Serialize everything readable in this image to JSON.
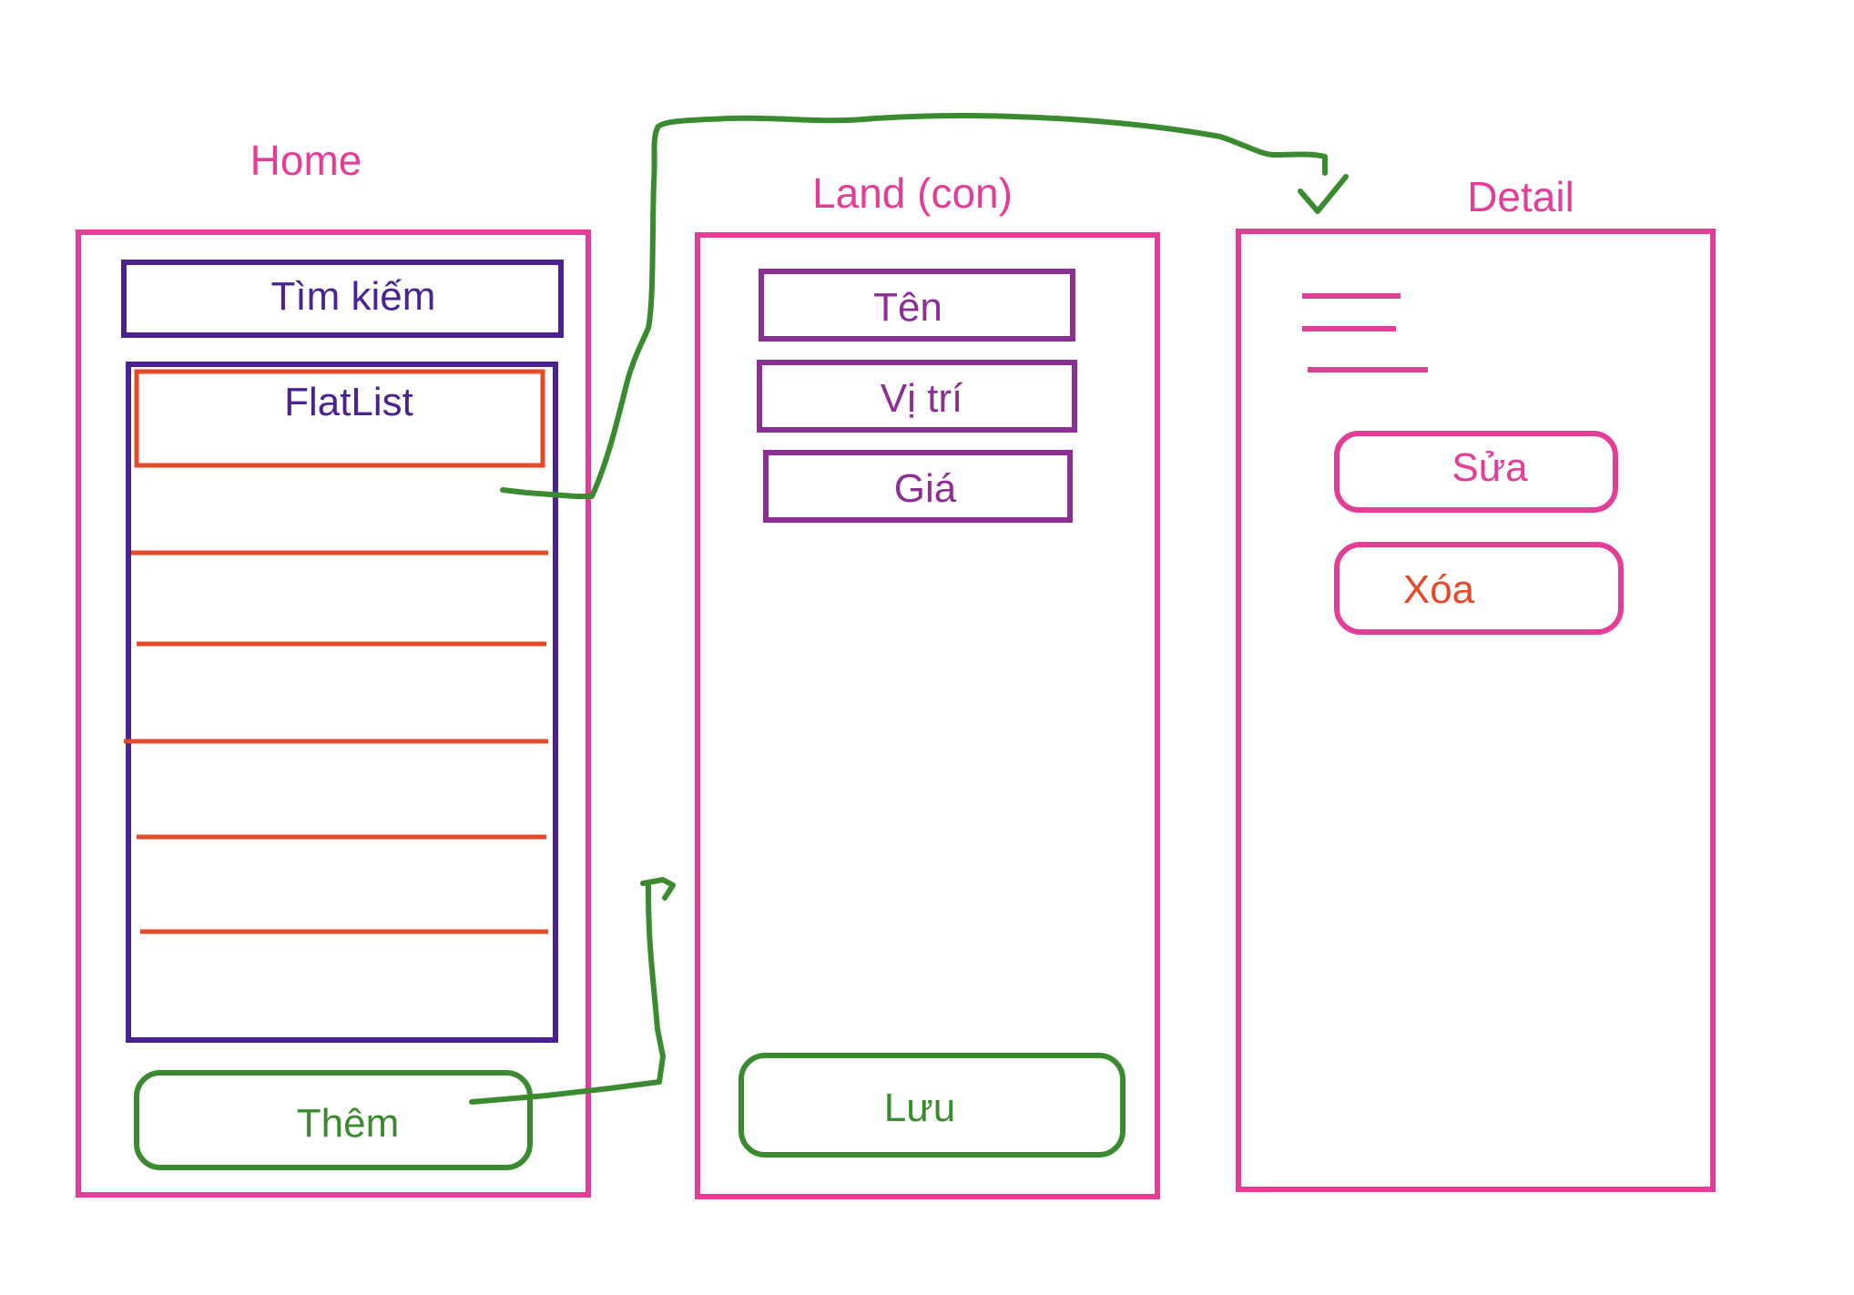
{
  "screens": {
    "home": {
      "title": "Home",
      "search_label": "Tìm kiếm",
      "list_label": "FlatList",
      "add_label": "Thêm"
    },
    "land": {
      "title": "Land (con)",
      "fields": [
        "Tên",
        "Vị trí",
        "Giá"
      ],
      "save_label": "Lưu"
    },
    "detail": {
      "title": "Detail",
      "edit_label": "Sửa",
      "delete_label": "Xóa"
    }
  },
  "colors": {
    "screen_frame": "#e43d97",
    "search_box": "#4b2391",
    "form_field": "#8b2f93",
    "list_row": "#e4492a",
    "arrow": "#3a8a2f",
    "delete_text": "#e4492a"
  }
}
